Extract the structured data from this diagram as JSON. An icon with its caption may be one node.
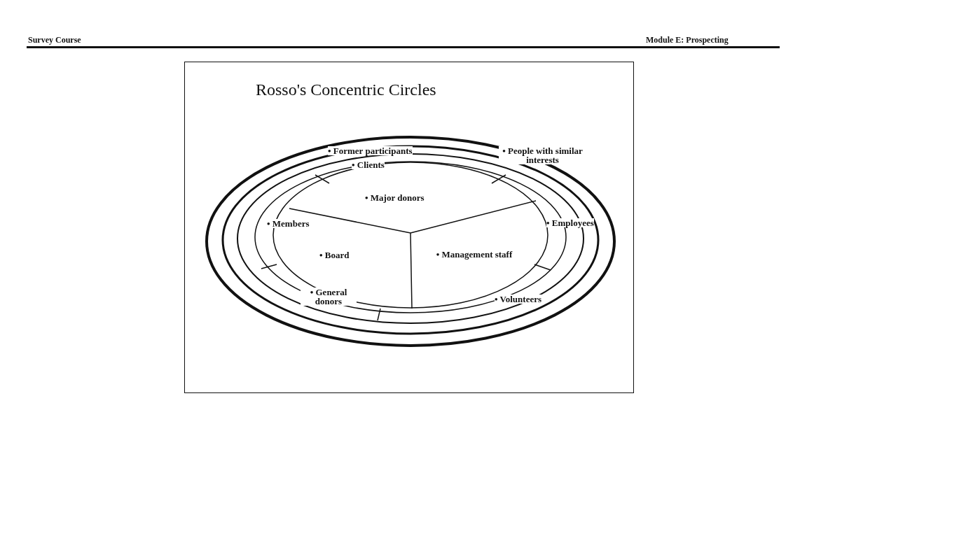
{
  "diagram": {
    "title": "Rosso's Concentric Circles",
    "labels": [
      "Module E: Prospecting",
      "Survey Course",
      "• Former participants",
      "• People with similar interests",
      "• Clients",
      "• Major donors",
      "• Members",
      "• Employees",
      "• Board",
      "• Management staff",
      "• General donors",
      "• Volunteers"
    ]
  }
}
